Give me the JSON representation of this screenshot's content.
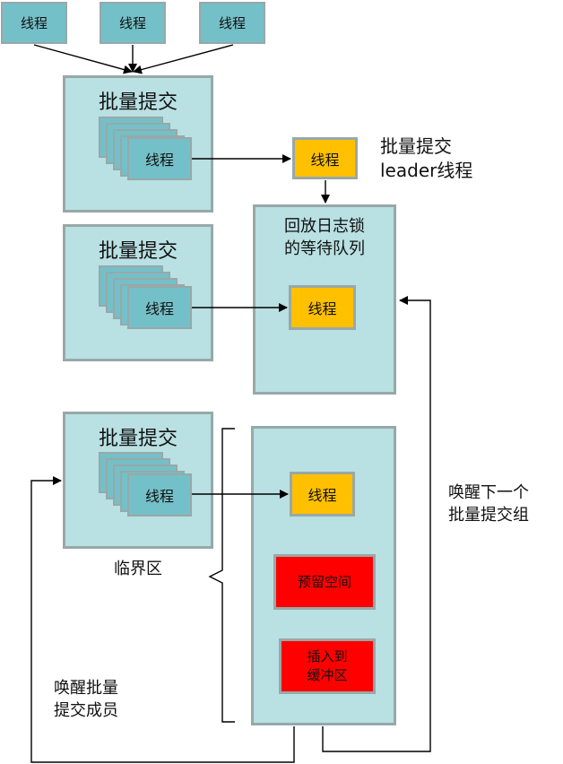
{
  "top_threads": [
    "线程",
    "线程",
    "线程"
  ],
  "groups": [
    {
      "title": "批量提交",
      "thread": "线程"
    },
    {
      "title": "批量提交",
      "thread": "线程"
    },
    {
      "title": "批量提交",
      "thread": "线程"
    }
  ],
  "leader": {
    "thread": "线程",
    "caption_line1": "批量提交",
    "caption_line2": "leader线程"
  },
  "queue": {
    "title_line1": "回放日志锁",
    "title_line2": "的等待队列",
    "thread": "线程"
  },
  "critical": {
    "thread": "线程",
    "reserve": "预留空间",
    "insert_line1": "插入到",
    "insert_line2": "缓冲区"
  },
  "labels": {
    "critical_section": "临界区",
    "wake_next_line1": "唤醒下一个",
    "wake_next_line2": "批量提交组",
    "wake_members_line1": "唤醒批量",
    "wake_members_line2": "提交成员"
  },
  "colors": {
    "teal_dark": "#74c0c8",
    "teal_light": "#b9e0e2",
    "yellow": "#ffc000",
    "red": "#ff0000",
    "border": "#98a8a8"
  }
}
